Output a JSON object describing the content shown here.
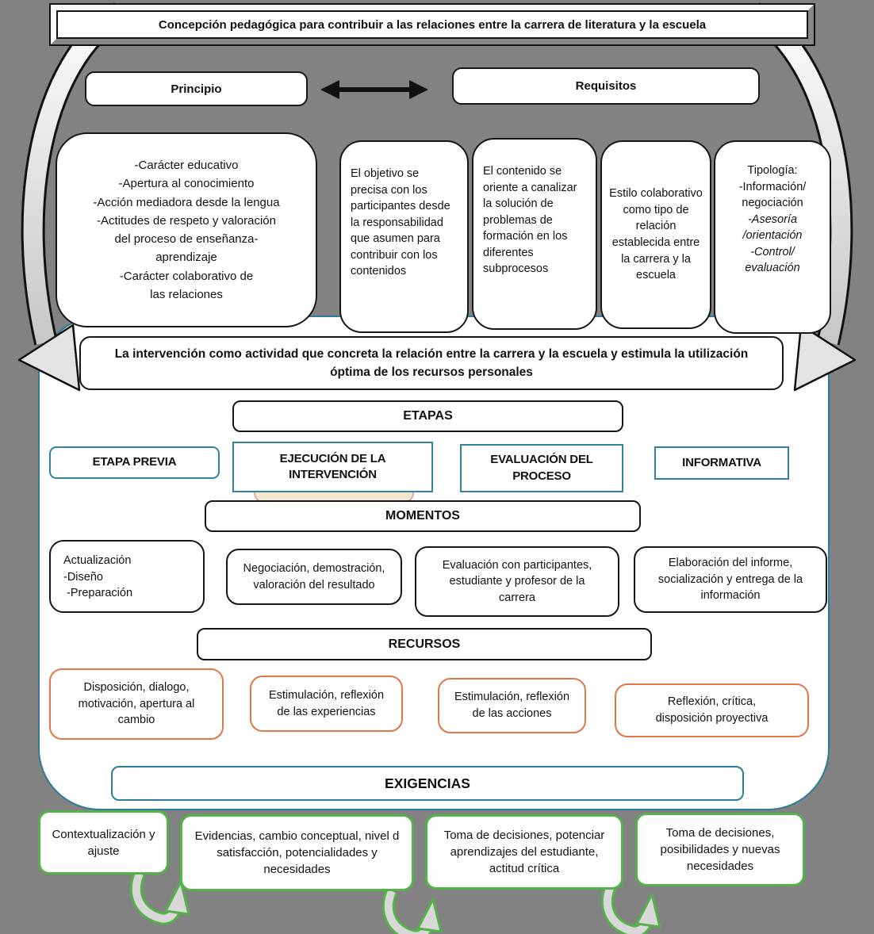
{
  "colors": {
    "background": "#828282",
    "teal_accent": "#31849b",
    "orange_accent": "#e2764b",
    "green_accent": "#55b24a",
    "cream_fill": "#f3e7cf",
    "pink_border": "#e2a9a9"
  },
  "title": "Concepción pedagógica para contribuir a las relaciones entre la carrera de literatura y la escuela",
  "principio": {
    "label": "Principio",
    "lines": [
      "-Carácter educativo",
      "-Apertura al conocimiento",
      "-Acción mediadora desde la lengua",
      "-Actitudes de respeto y valoración",
      "del proceso de enseñanza-",
      "aprendizaje",
      "-Carácter colaborativo de",
      "las relaciones"
    ]
  },
  "requisitos": {
    "label": "Requisitos",
    "box1": "El objetivo se precisa con los participantes desde la responsabilidad que asumen para contribuir con los contenidos",
    "box2": "El contenido se oriente a canalizar la solución de problemas de formación en los diferentes subprocesos",
    "box3": "Estilo colaborativo como tipo de relación establecida entre la carrera y la escuela",
    "tipologia": {
      "lines": [
        "Tipología:",
        "-Información/",
        "negociación",
        "-Asesoría",
        "/orientación",
        "-Control/",
        "evaluación"
      ]
    }
  },
  "intervencion": {
    "lines": [
      "La intervención como actividad que concreta la relación entre la carrera y la escuela y estimula la utilización",
      "óptima de los recursos personales"
    ]
  },
  "etapas": {
    "header": "ETAPAS",
    "previa": "ETAPA PREVIA",
    "ejecucion": {
      "lines": [
        "EJECUCIÓN DE LA",
        "INTERVENCIÓN"
      ]
    },
    "evaluacion": {
      "lines": [
        "EVALUACIÓN DEL",
        "PROCESO"
      ]
    },
    "informativa": "INFORMATIVA"
  },
  "momentos": {
    "header": "MOMENTOS",
    "box1": {
      "lines": [
        "Actualización",
        "-Diseño",
        "-Preparación"
      ]
    },
    "box2": "Negociación, demostración, valoración del resultado",
    "box3": "Evaluación con participantes, estudiante y profesor de la carrera",
    "box4": "Elaboración del informe, socialización y entrega de la información"
  },
  "recursos": {
    "header": "RECURSOS",
    "box1": "Disposición, dialogo, motivación, apertura al cambio",
    "box2": "Estimulación, reflexión de las experiencias",
    "box3": "Estimulación, reflexión de las acciones",
    "box4": "Reflexión, crítica, disposición proyectiva"
  },
  "exigencias": {
    "header": "EXIGENCIAS",
    "box1": "Contextualización y ajuste",
    "box2": "Evidencias, cambio conceptual, nivel d satisfacción, potencialidades y necesidades",
    "box3": "Toma de decisiones, potenciar aprendizajes del estudiante, actitud crítica",
    "box4": "Toma de decisiones, posibilidades y nuevas necesidades"
  }
}
